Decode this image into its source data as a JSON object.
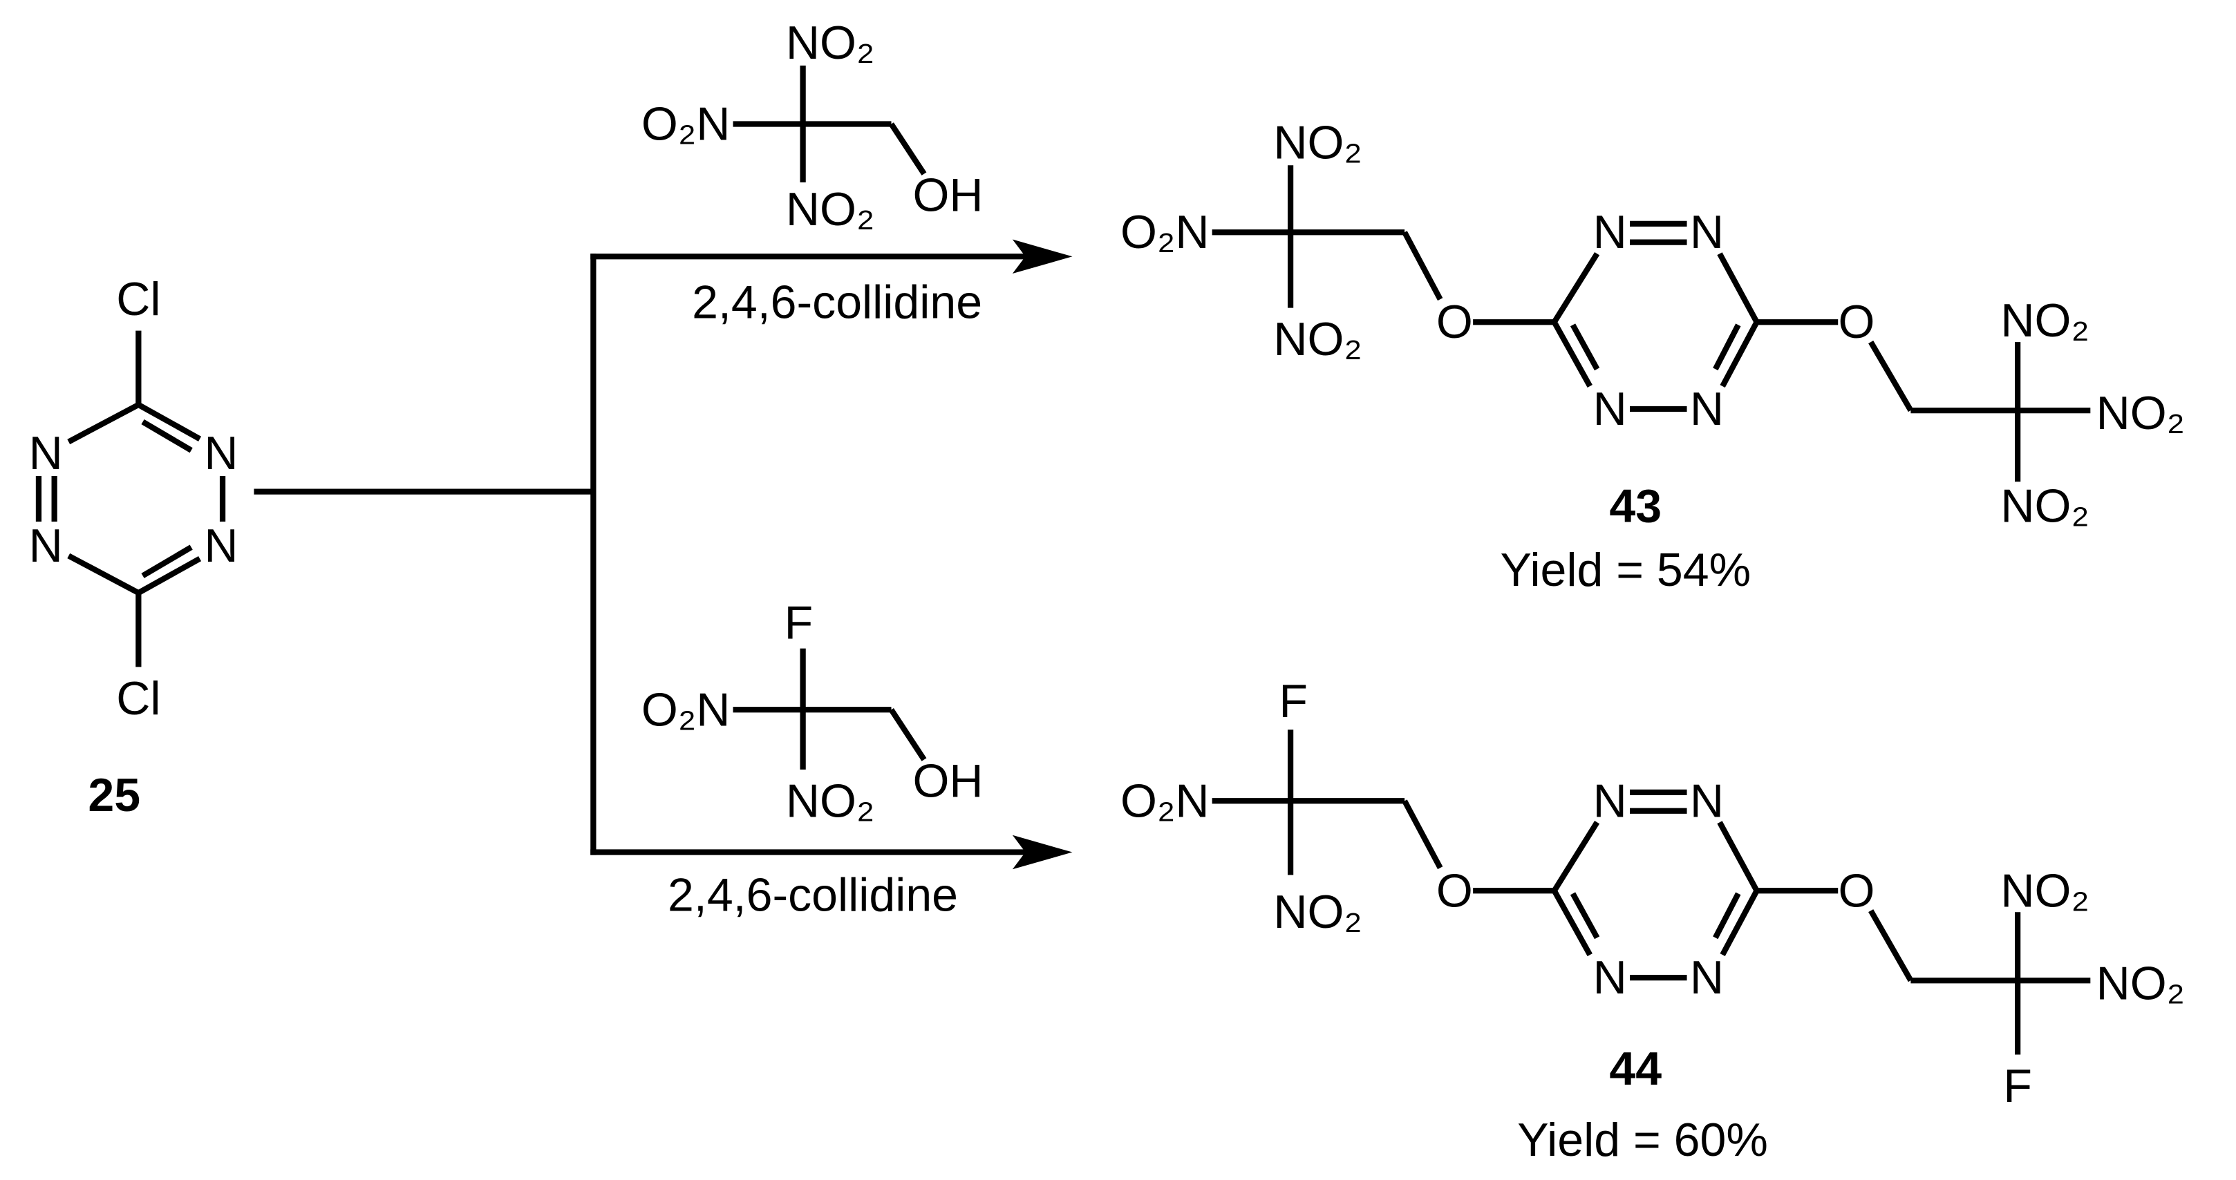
{
  "scheme": {
    "compound_25": {
      "label": "25",
      "cl_top": "Cl",
      "cl_bottom": "Cl",
      "n_top_left": "N",
      "n_top_right": "N",
      "n_bottom_left": "N",
      "n_bottom_right": "N"
    },
    "reaction_1": {
      "reagent": {
        "no2_top": "NO₂",
        "o2n": "O₂N",
        "no2_bottom": "NO₂",
        "oh": "OH"
      },
      "conditions": "2,4,6-collidine"
    },
    "reaction_2": {
      "reagent": {
        "f": "F",
        "o2n": "O₂N",
        "no2_bottom": "NO₂",
        "oh": "OH"
      },
      "conditions": "2,4,6-collidine"
    },
    "compound_43": {
      "label": "43",
      "yield": "Yield = 54%",
      "o2n_left": "O₂N",
      "no2_top_left": "NO₂",
      "no2_bottom_left": "NO₂",
      "o_left": "O",
      "n_top_left": "N",
      "n_top_right": "N",
      "n_bottom_left": "N",
      "n_bottom_right": "N",
      "o_right": "O",
      "no2_top_right": "NO₂",
      "no2_right": "NO₂",
      "no2_bottom_right": "NO₂"
    },
    "compound_44": {
      "label": "44",
      "yield": "Yield = 60%",
      "f_top": "F",
      "o2n_left": "O₂N",
      "no2_bottom_left": "NO₂",
      "o_left": "O",
      "n_top_left": "N",
      "n_top_right": "N",
      "n_bottom_left": "N",
      "n_bottom_right": "N",
      "o_right": "O",
      "no2_top_right": "NO₂",
      "no2_right": "NO₂",
      "f_bottom": "F"
    }
  }
}
